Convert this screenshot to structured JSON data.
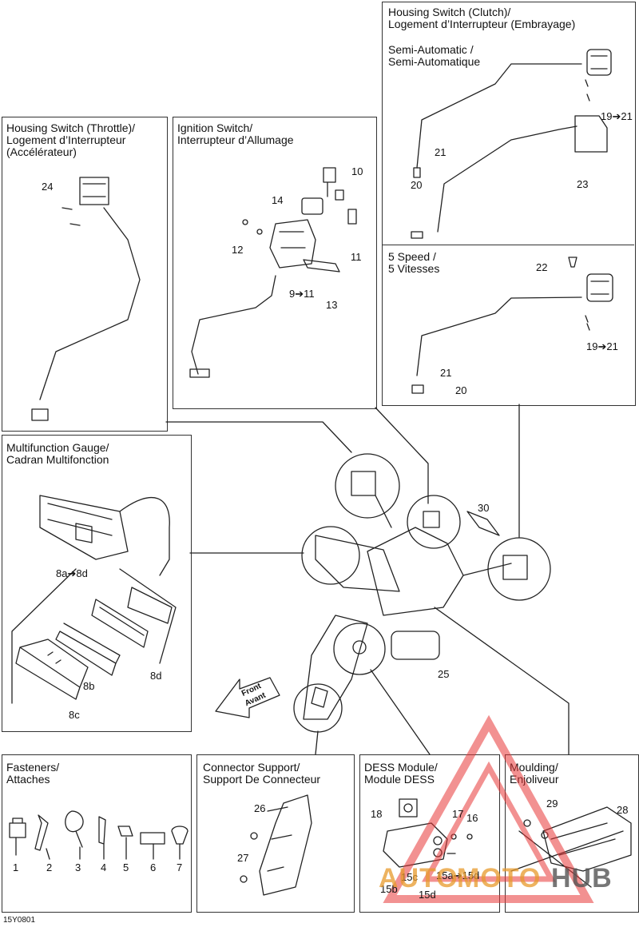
{
  "figure_id": "15Y0801",
  "panels": {
    "clutch": {
      "title": "Housing Switch (Clutch)/\nLogement d’Interrupteur (Embrayage)",
      "semi": "Semi-Automatic /\nSemi-Automatique",
      "five": "5 Speed /\n5 Vitesses"
    },
    "throttle": {
      "title": "Housing Switch (Throttle)/\nLogement d’Interrupteur\n(Accélérateur)"
    },
    "ignition": {
      "title": "Ignition Switch/\nInterrupteur d’Allumage"
    },
    "gauge": {
      "title": "Multifunction Gauge/\nCadran Multifonction"
    },
    "fasteners": {
      "title": "Fasteners/\nAttaches"
    },
    "connector": {
      "title": "Connector Support/\nSupport De Connecteur"
    },
    "dess": {
      "title": "DESS Module/\nModule DESS"
    },
    "moulding": {
      "title": "Moulding/\nEnjoliveur"
    }
  },
  "callouts": {
    "c19_21_a": "19➔21",
    "c21_a": "21",
    "c20_a": "20",
    "c23": "23",
    "c22": "22",
    "c19_21_b": "19➔21",
    "c21_b": "21",
    "c20_b": "20",
    "c24": "24",
    "c10": "10",
    "c14": "14",
    "c12": "12",
    "c11": "11",
    "c9_11": "9➔11",
    "c13": "13",
    "c8a_8d": "8a➔8d",
    "c8b": "8b",
    "c8c": "8c",
    "c8d": "8d",
    "c30": "30",
    "c25": "25",
    "f1": "1",
    "f2": "2",
    "f3": "3",
    "f4": "4",
    "f5": "5",
    "f6": "6",
    "f7": "7",
    "c26": "26",
    "c27": "27",
    "c18": "18",
    "c17": "17",
    "c16": "16",
    "c15c": "15c",
    "c15a_15d": "15a➔15d",
    "c15b": "15b",
    "c15d": "15d",
    "c29": "29",
    "c28": "28"
  },
  "front_arrow": {
    "line1": "Front",
    "line2": "Avant"
  },
  "watermark": {
    "text1": "AUTO",
    "text2": "MOTO",
    "text3": "HUB",
    "color1": "#e89a2c",
    "color2": "#555555",
    "triangle_color": "#e83838"
  }
}
